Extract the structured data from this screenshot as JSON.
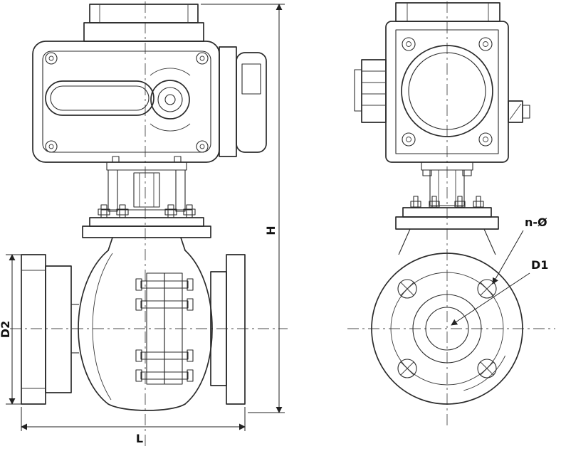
{
  "labels": {
    "height": "H",
    "flange_diameter": "D2",
    "length": "L",
    "bolt_holes": "n-Ø",
    "bolt_circle": "D1"
  },
  "colors": {
    "line": "#2b2b2b",
    "centerline": "#4a4a4a",
    "background": "#ffffff"
  }
}
